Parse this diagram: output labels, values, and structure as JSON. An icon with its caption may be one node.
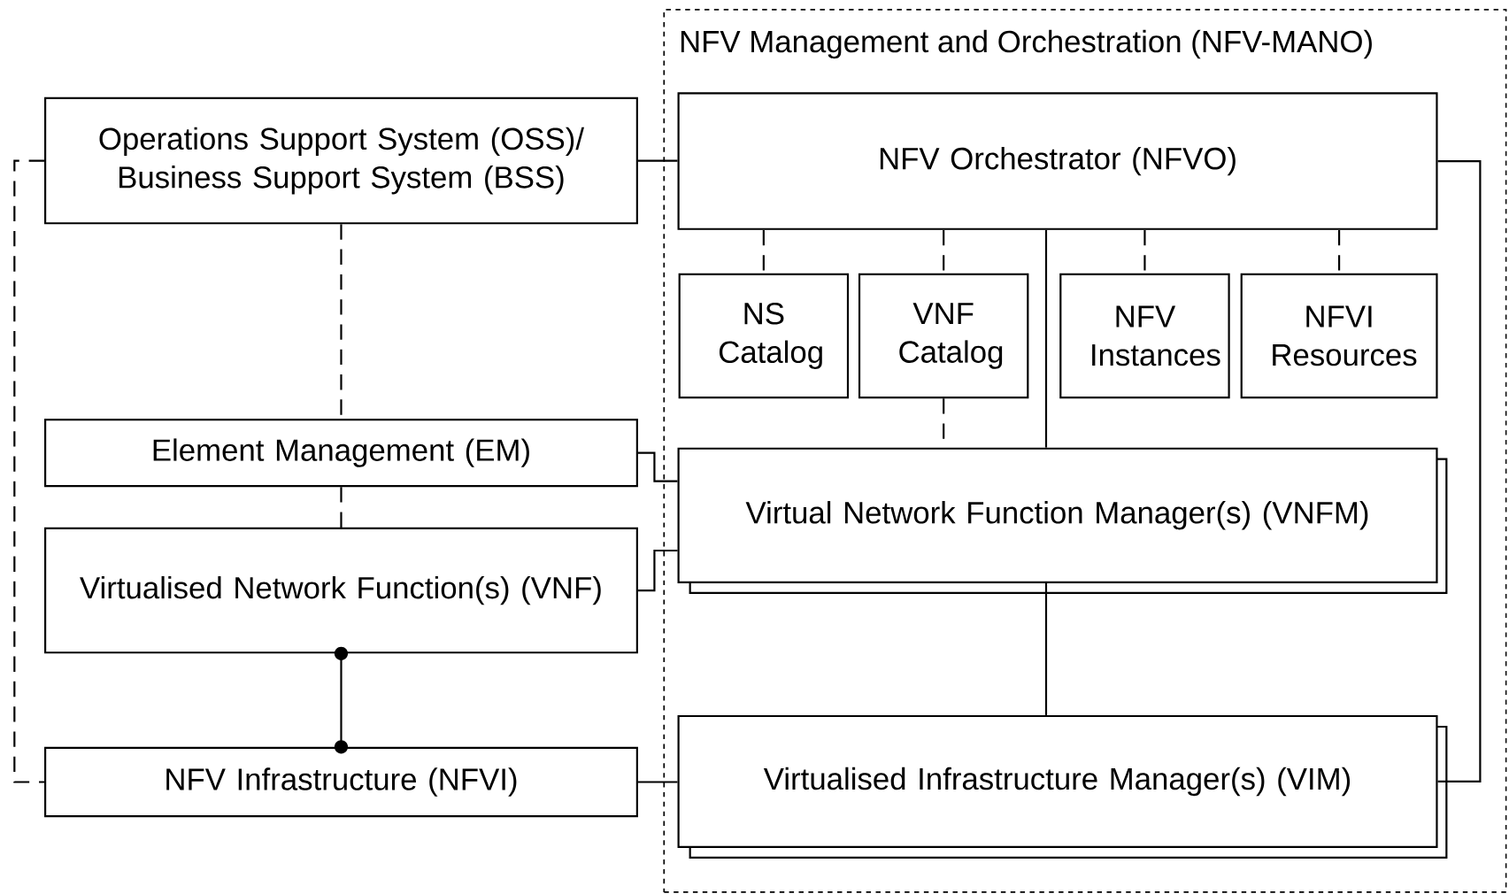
{
  "diagram": {
    "nodes": [
      {
        "text": [
          "NFV Management and Orchestration (NFV-MANO)"
        ]
      },
      {
        "text": [
          "Operations Support System (OSS)/ Business Support System (BSS)"
        ]
      },
      {
        "text": [
          "NFV Orchestrator (NFVO)"
        ],
        "in": 0
      },
      {
        "text": [
          "NS Catalog"
        ],
        "in": 0
      },
      {
        "text": [
          "VNF Catalog"
        ],
        "in": 0
      },
      {
        "text": [
          "NFV Instances"
        ],
        "in": 0
      },
      {
        "text": [
          "NFVI Resources"
        ],
        "in": 0
      },
      {
        "text": [
          "Element Management (EM)"
        ]
      },
      {
        "text": [
          "Virtual Network Function Manager(s) (VNFM)"
        ],
        "in": 0
      },
      {
        "text": [
          "Virtualised Network Function(s) (VNF)"
        ]
      },
      {
        "text": [
          "NFV Infrastructure (NFVI)"
        ]
      },
      {
        "text": [
          "Virtualised Infrastructure Manager(s) (VIM)"
        ],
        "in": 0
      }
    ],
    "edges": [
      {
        "from": 1,
        "to": 2,
        "arrow": "none"
      },
      {
        "from": 1,
        "to": 7,
        "arrow": "none",
        "style": "dashed"
      },
      {
        "from": 1,
        "to": 10,
        "arrow": "none",
        "style": "dashed"
      },
      {
        "from": 2,
        "to": 3,
        "arrow": "none",
        "style": "dashed"
      },
      {
        "from": 2,
        "to": 4,
        "arrow": "none",
        "style": "dashed"
      },
      {
        "from": 2,
        "to": 5,
        "arrow": "none",
        "style": "dashed"
      },
      {
        "from": 2,
        "to": 6,
        "arrow": "none",
        "style": "dashed"
      },
      {
        "from": 2,
        "to": 8,
        "arrow": "none"
      },
      {
        "from": 2,
        "to": 11,
        "arrow": "none"
      },
      {
        "from": 4,
        "to": 8,
        "arrow": "none",
        "style": "dashed"
      },
      {
        "from": 7,
        "to": 9,
        "arrow": "none",
        "style": "dashed"
      },
      {
        "from": 7,
        "to": 8,
        "arrow": "none"
      },
      {
        "from": 9,
        "to": 8,
        "arrow": "none"
      },
      {
        "from": 9,
        "to": 10,
        "arrow": "other"
      },
      {
        "from": 10,
        "to": 11,
        "arrow": "none"
      },
      {
        "from": 8,
        "to": 11,
        "arrow": "none"
      }
    ]
  }
}
